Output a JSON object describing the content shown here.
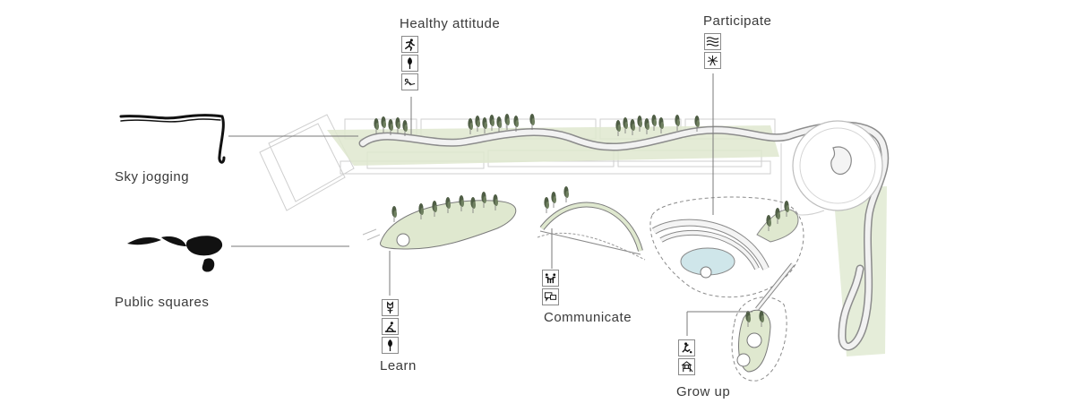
{
  "labels": {
    "healthy_attitude": "Healthy attitude",
    "participate": "Participate",
    "sky_jogging": "Sky jogging",
    "public_squares": "Public squares",
    "learn": "Learn",
    "communicate": "Communicate",
    "grow_up": "Grow up"
  },
  "icons": {
    "healthy_attitude": [
      "runner-icon",
      "tree-icon",
      "reclining-person-icon"
    ],
    "participate": [
      "waves-icon",
      "fireworks-icon"
    ],
    "learn": [
      "flower-icon",
      "gardening-person-icon",
      "tree-icon"
    ],
    "communicate": [
      "people-at-table-icon",
      "speech-bubbles-icon"
    ],
    "grow_up": [
      "kicking-child-icon",
      "playground-tower-icon"
    ]
  },
  "colors": {
    "green_fill": "#dfe8cf",
    "line": "#7a7a7a",
    "water": "#cfe6ea",
    "ink": "#111111"
  }
}
